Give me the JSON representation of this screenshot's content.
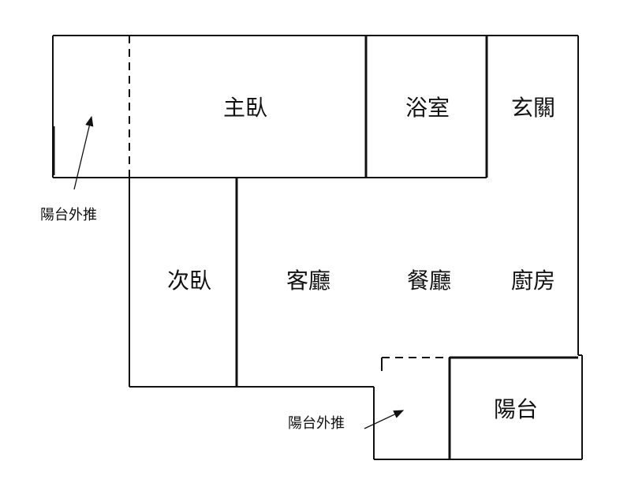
{
  "rooms": {
    "master_bedroom": "主臥",
    "bathroom": "浴室",
    "entrance": "玄關",
    "second_bedroom": "次臥",
    "living_room": "客廳",
    "dining_room": "餐廳",
    "kitchen": "廚房",
    "balcony": "陽台"
  },
  "notes": {
    "balcony_extension_top": "陽台外推",
    "balcony_extension_bottom": "陽台外推"
  }
}
